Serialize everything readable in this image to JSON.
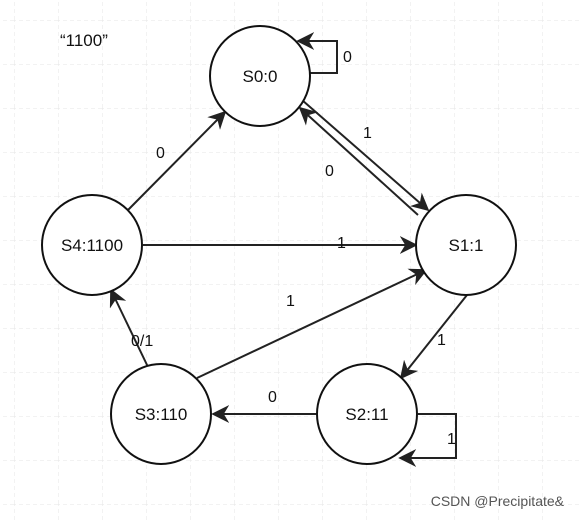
{
  "title": "“1100”",
  "watermark": "CSDN @Precipitate&",
  "states": [
    {
      "id": "S0",
      "label": "S0:0"
    },
    {
      "id": "S1",
      "label": "S1:1"
    },
    {
      "id": "S2",
      "label": "S2:11"
    },
    {
      "id": "S3",
      "label": "S3:110"
    },
    {
      "id": "S4",
      "label": "S4:1100"
    }
  ],
  "transitions": [
    {
      "from": "S0",
      "to": "S0",
      "label": "0"
    },
    {
      "from": "S0",
      "to": "S1",
      "label": "1"
    },
    {
      "from": "S1",
      "to": "S0",
      "label": "0"
    },
    {
      "from": "S1",
      "to": "S2",
      "label": "1"
    },
    {
      "from": "S2",
      "to": "S2",
      "label": "1"
    },
    {
      "from": "S2",
      "to": "S3",
      "label": "0"
    },
    {
      "from": "S3",
      "to": "S1",
      "label": "1"
    },
    {
      "from": "S3",
      "to": "S4",
      "label": "0/1"
    },
    {
      "from": "S4",
      "to": "S0",
      "label": "0"
    },
    {
      "from": "S4",
      "to": "S1",
      "label": "1"
    }
  ],
  "colors": {
    "line": "#222222",
    "grid": "#e6e6e6",
    "node_fill": "#ffffff"
  }
}
